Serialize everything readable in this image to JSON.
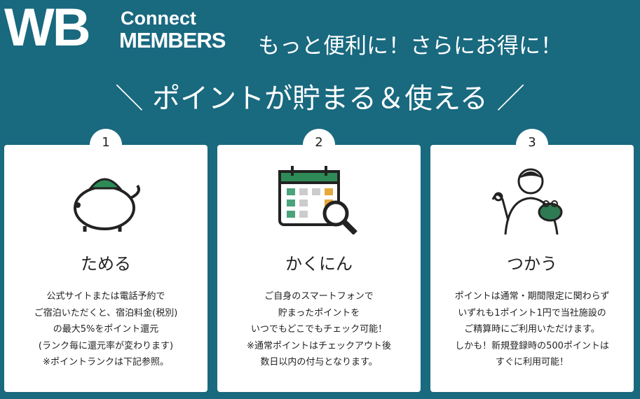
{
  "logo": {
    "wb": "WB",
    "connect": "Connect",
    "members": "MEMBERS"
  },
  "tagline": "もっと便利に！さらにお得に！",
  "headline": "＼ ポイントが貯まる＆使える ／",
  "colors": {
    "background": "#19697f",
    "accent_green": "#2e8b57",
    "card": "#ffffff"
  },
  "steps": [
    {
      "number": "1",
      "title": "ためる",
      "icon": "piggy-bank-icon",
      "lines": [
        "公式サイトまたは電話予約で",
        "ご宿泊いただくと、宿泊料金(税別)",
        "の最大5%をポイント還元",
        "(ランク毎に還元率が変わります)",
        "※ポイントランクは下記参照。"
      ]
    },
    {
      "number": "2",
      "title": "かくにん",
      "icon": "calendar-search-icon",
      "lines": [
        "ご自身のスマートフォンで",
        "貯まったポイントを",
        "いつでもどこでもチェック可能！",
        "※通常ポイントはチェックアウト後",
        "数日以内の付与となります。"
      ]
    },
    {
      "number": "3",
      "title": "つかう",
      "icon": "person-wallet-icon",
      "lines": [
        "ポイントは通常・期間限定に関わらず",
        "いずれも1ポイント1円で当社施設の",
        "ご精算時にご利用いただけます。",
        "しかも！新規登録時の500ポイントは",
        "すぐに利用可能！"
      ]
    }
  ]
}
